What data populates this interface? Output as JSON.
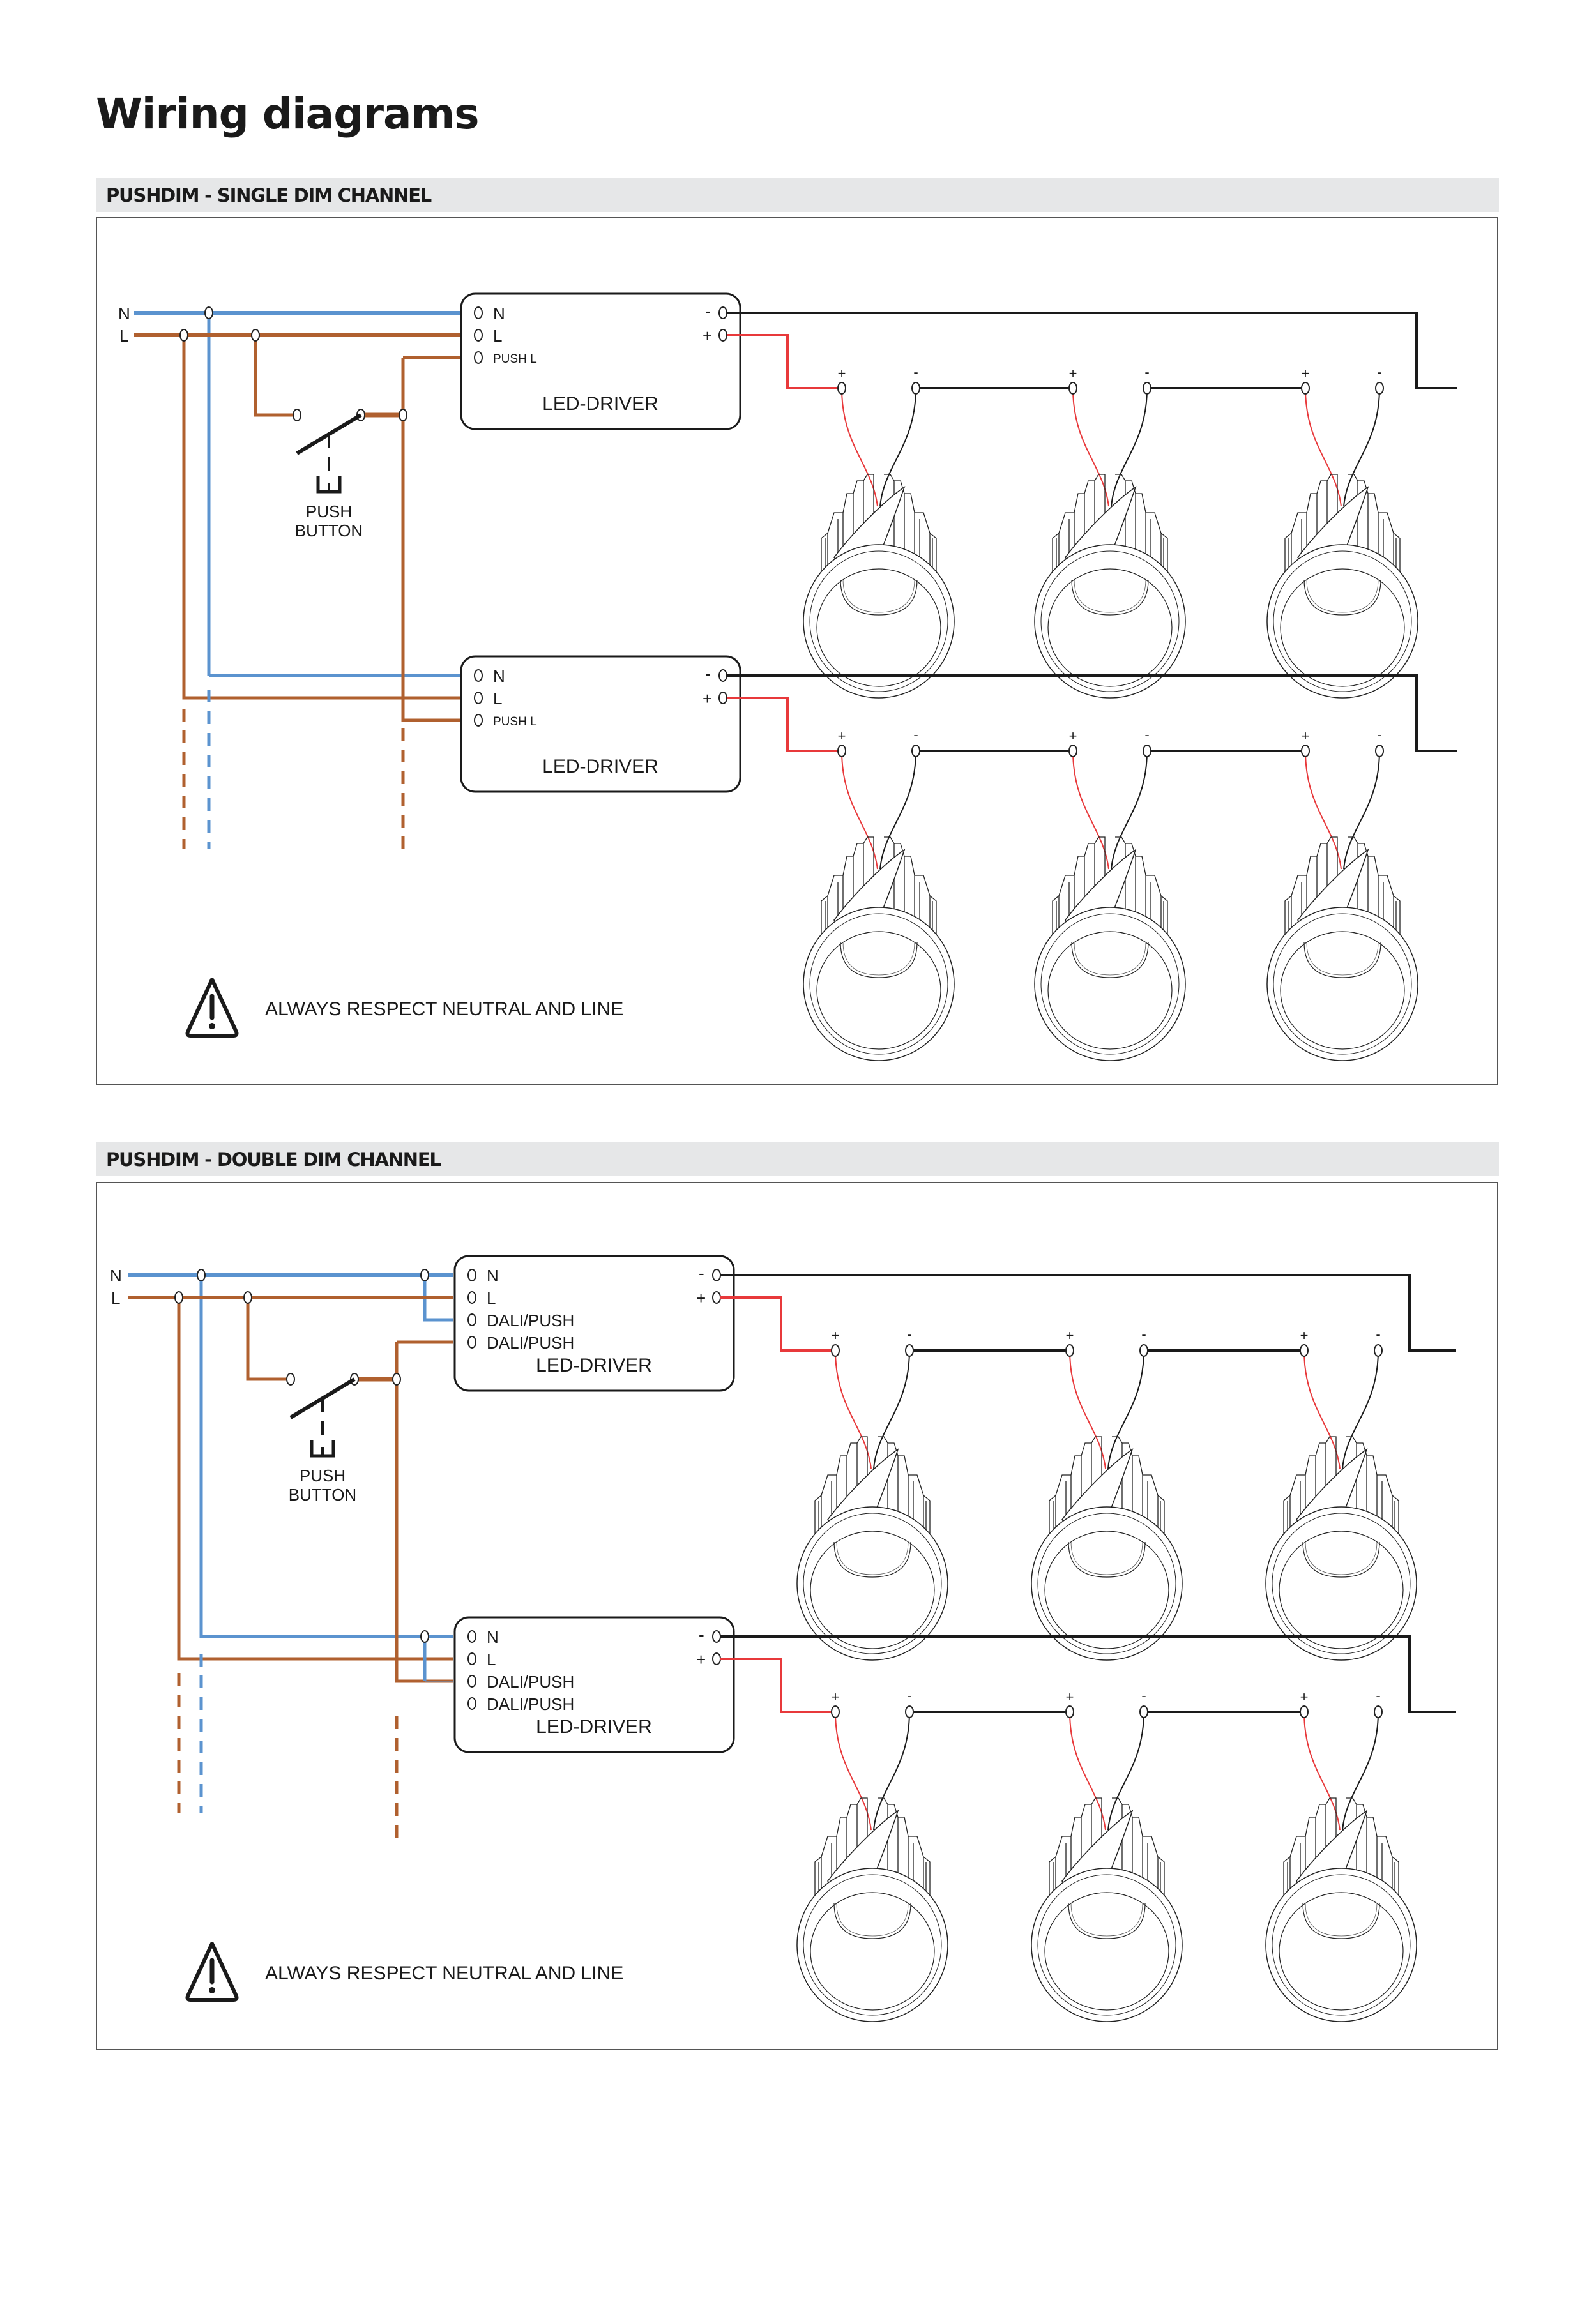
{
  "page": {
    "title": "Wiring diagrams"
  },
  "colors": {
    "neutral": "#5b93cf",
    "line": "#b0602f",
    "positive": "#e8393b",
    "negative": "#1a1a1a",
    "section_bar": "#e6e7e8"
  },
  "sections": [
    {
      "title": "PUSHDIM - SINGLE DIM CHANNEL",
      "mains": {
        "neutral": "N",
        "line": "L"
      },
      "switch": {
        "label_line1": "PUSH",
        "label_line2": "BUTTON"
      },
      "drivers": [
        {
          "name": "LED-DRIVER",
          "inputs": [
            "N",
            "L",
            "PUSH L"
          ],
          "outputs": {
            "minus": "-",
            "plus": "+"
          }
        },
        {
          "name": "LED-DRIVER",
          "inputs": [
            "N",
            "L",
            "PUSH L"
          ],
          "outputs": {
            "minus": "-",
            "plus": "+"
          }
        }
      ],
      "luminaire_terminals": {
        "plus": "+",
        "minus": "-"
      },
      "luminaires_per_driver": 3,
      "warning": "ALWAYS RESPECT NEUTRAL AND LINE"
    },
    {
      "title": "PUSHDIM - DOUBLE DIM CHANNEL",
      "mains": {
        "neutral": "N",
        "line": "L"
      },
      "switch": {
        "label_line1": "PUSH",
        "label_line2": "BUTTON"
      },
      "drivers": [
        {
          "name": "LED-DRIVER",
          "inputs": [
            "N",
            "L",
            "DALI/PUSH",
            "DALI/PUSH"
          ],
          "outputs": {
            "minus": "-",
            "plus": "+"
          }
        },
        {
          "name": "LED-DRIVER",
          "inputs": [
            "N",
            "L",
            "DALI/PUSH",
            "DALI/PUSH"
          ],
          "outputs": {
            "minus": "-",
            "plus": "+"
          }
        }
      ],
      "luminaire_terminals": {
        "plus": "+",
        "minus": "-"
      },
      "luminaires_per_driver": 3,
      "warning": "ALWAYS RESPECT NEUTRAL AND LINE"
    }
  ]
}
